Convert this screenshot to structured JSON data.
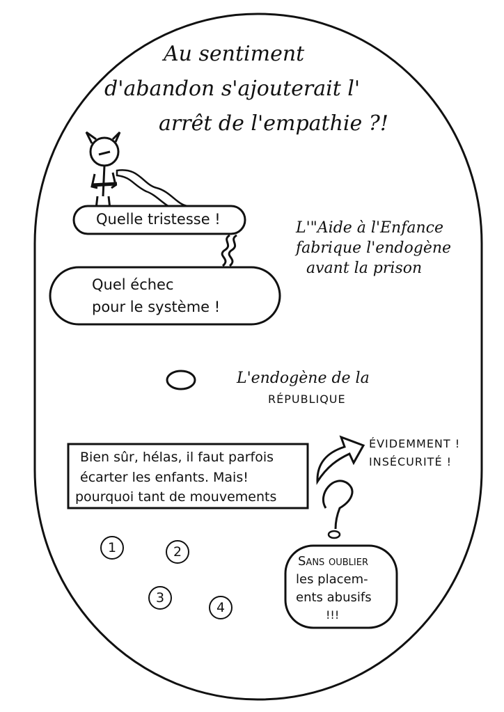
{
  "title": {
    "line1": "Au sentiment",
    "line2": "d'abandon s'ajouterait l'",
    "line3": "arrêt de l'empathie ?!"
  },
  "bubbles": {
    "tristesse": "Quelle tristesse !",
    "echec_line1": "Quel échec",
    "echec_line2": "pour le système !"
  },
  "aide": {
    "line1": "L'\"Aide à l'Enfance",
    "line2": "fabrique l'endogène",
    "line3": "avant la prison"
  },
  "endogene": {
    "line1": "L'endogène de la",
    "line2": "République"
  },
  "box": {
    "line1": "Bien sûr, hélas, il faut parfois",
    "line2": "écarter les enfants. Mais!",
    "line3": "pourquoi tant de mouvements"
  },
  "evidemment": {
    "line1": "Évidemment !",
    "line2": "Insécurité !"
  },
  "sans_oublier": {
    "line1": "Sans oublier",
    "line2": "les placem-",
    "line3": "ents abusifs",
    "line4": "!!!"
  },
  "numbers": [
    "1",
    "2",
    "3",
    "4"
  ]
}
